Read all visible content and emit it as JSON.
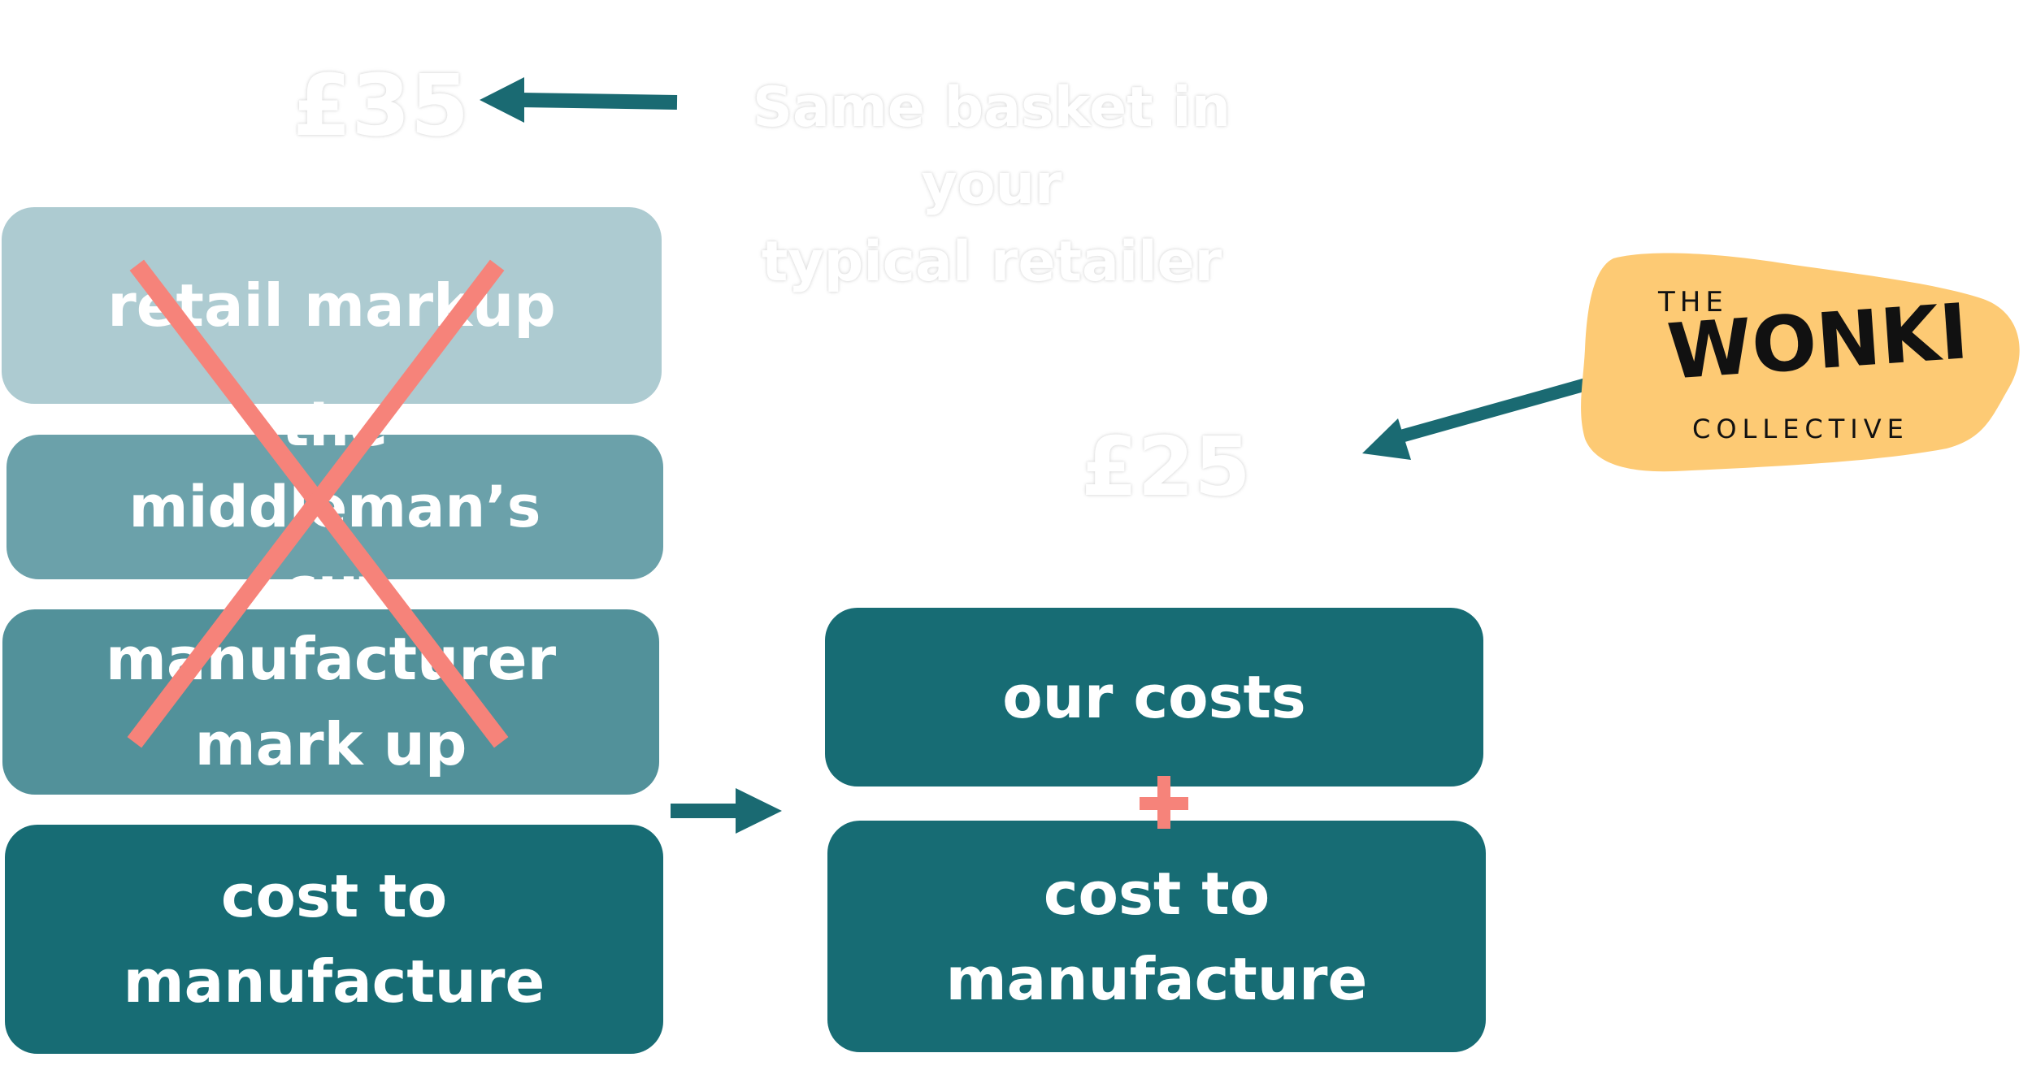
{
  "left_stack": {
    "price": "£35",
    "retail_markup": "retail markup",
    "middleman_cut": "the middleman’s cut",
    "manufacturer_markup": "manufacturer mark up",
    "cost_to_manufacture": "cost to manufacture"
  },
  "retailer_note": {
    "line1": "Same basket in your",
    "line2": "typical retailer"
  },
  "right_stack": {
    "price": "£25",
    "our_costs": "our costs",
    "plus": "+",
    "cost_to_manufacture": "cost to manufacture"
  },
  "logo": {
    "the": "THE",
    "wonki": "WONKI",
    "collective": "COLLECTIVE"
  },
  "colors": {
    "retail_markup": "#adcbd1",
    "middleman": "#6ba1aa",
    "manufacturer": "#52919a",
    "dark_teal": "#176c74",
    "cross": "#f6837a",
    "arrow": "#1a6a72",
    "logo_blob": "#fdca74"
  }
}
